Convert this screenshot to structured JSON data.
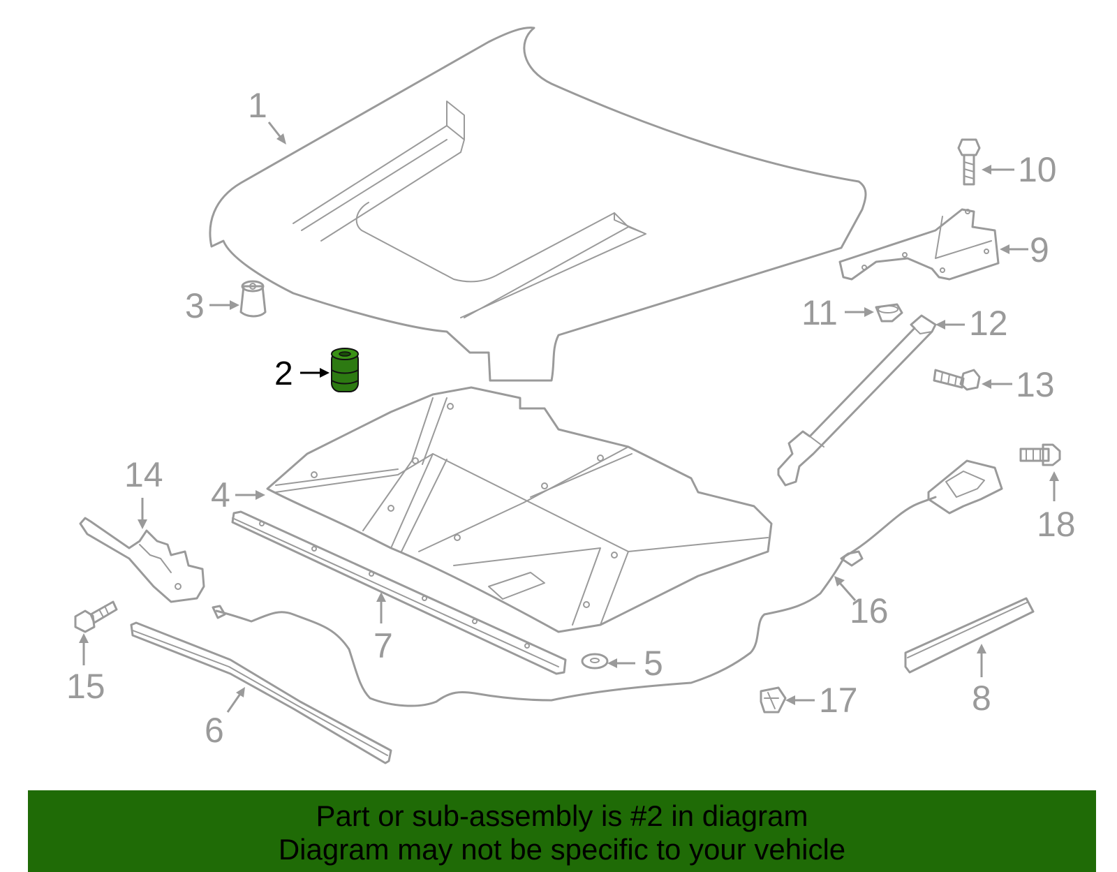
{
  "diagram": {
    "highlighted_part": "2",
    "highlight_color": "#2d7a12",
    "line_color": "#9a9a9a",
    "callouts": [
      "1",
      "2",
      "3",
      "4",
      "5",
      "6",
      "7",
      "8",
      "9",
      "10",
      "11",
      "12",
      "13",
      "14",
      "15",
      "16",
      "17",
      "18"
    ]
  },
  "banner": {
    "line1": "Part or sub-assembly is #2 in diagram",
    "line2": "Diagram may not be specific to your vehicle",
    "color": "#1f6b06"
  }
}
